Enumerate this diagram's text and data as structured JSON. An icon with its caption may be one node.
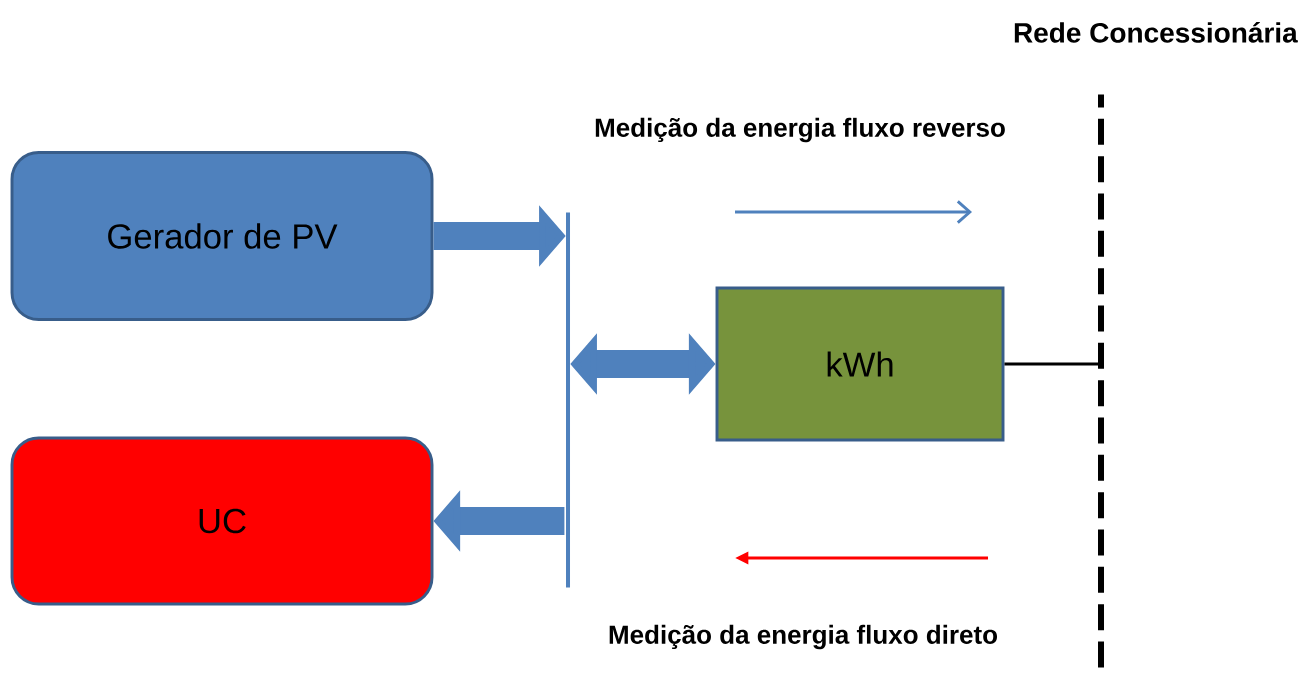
{
  "diagram": {
    "nodes": [
      {
        "text": [
          "Gerador de PV"
        ]
      },
      {
        "text": [
          "UC"
        ]
      },
      {
        "text": [],
        "shape": "bar"
      },
      {
        "text": [
          "kWh"
        ]
      },
      {
        "text": [
          "Rede Concessionária"
        ]
      }
    ],
    "edges": [
      {
        "from": 0,
        "to": 2,
        "arrow": "to"
      },
      {
        "from": 2,
        "to": 1,
        "arrow": "to"
      },
      {
        "from": 2,
        "to": 3,
        "arrow": "both"
      },
      {
        "from": 3,
        "to": 4,
        "arrow": "none",
        "color": "#000000"
      }
    ],
    "labels": [
      "Medição da energia fluxo reverso",
      "Medição da energia fluxo direto"
    ]
  }
}
